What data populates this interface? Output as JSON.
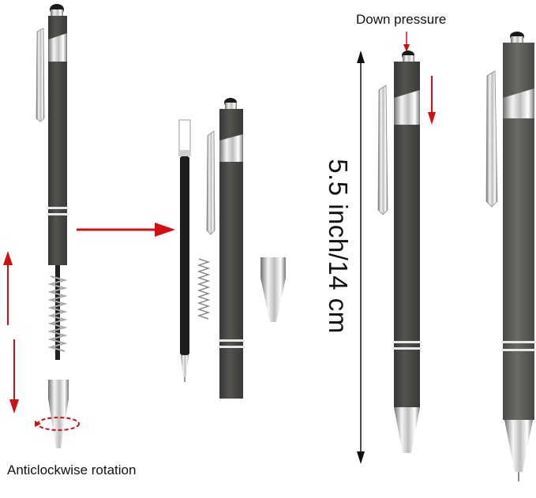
{
  "labels": {
    "down_pressure": "Down pressure",
    "rotation": "Anticlockwise rotation",
    "dimension": "5.5 inch/14 cm"
  },
  "colors": {
    "pen_body": "#4a4846",
    "pen_body_dark": "#3a3937",
    "chrome": "#d4d4d4",
    "arrow": "#d40f14",
    "refill": "#1d1d1d",
    "stylus_tip": "#1a1a1a"
  },
  "icons": [
    "pen-illustration",
    "refill-illustration",
    "spring-illustration",
    "pen-tip-illustration",
    "arrow-icon",
    "rotation-arrow-icon",
    "dimension-arrow-icon"
  ]
}
